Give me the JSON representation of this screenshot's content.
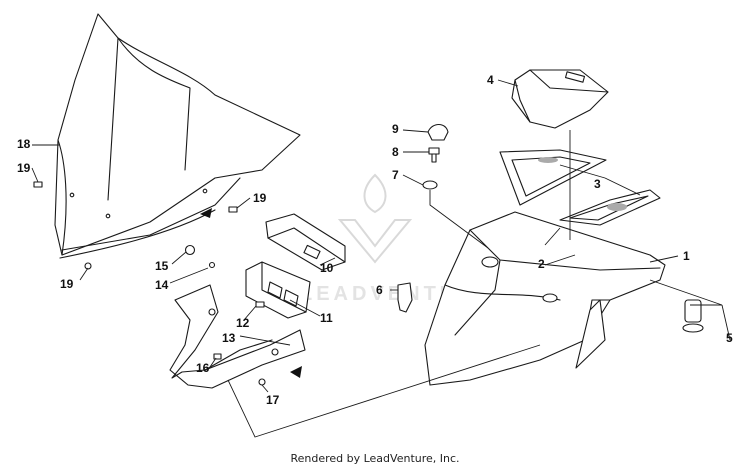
{
  "diagram": {
    "callouts": [
      "1",
      "2",
      "3",
      "4",
      "5",
      "6",
      "7",
      "8",
      "9",
      "10",
      "11",
      "12",
      "13",
      "14",
      "15",
      "16",
      "17",
      "18",
      "19",
      "19",
      "19"
    ],
    "watermark": "LEADVENTURE"
  },
  "footer": {
    "credit": "Rendered by LeadVenture, Inc."
  }
}
